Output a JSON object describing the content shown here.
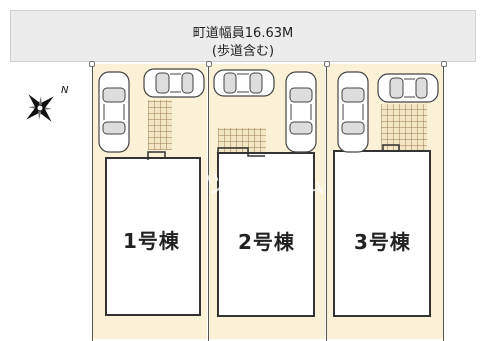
{
  "road": {
    "title": "町道幅員16.63M",
    "subtitle": "(歩道含む)"
  },
  "lots": [
    {
      "label": "1号棟"
    },
    {
      "label": "2号棟"
    },
    {
      "label": "3号棟"
    }
  ],
  "compass": {
    "north_label": "N"
  },
  "watermark": "コワツホーム",
  "colors": {
    "road": "#ececec",
    "lot": "#fbf1d6",
    "hatch": "#f3e6c4",
    "outline": "#333333"
  },
  "icons": [
    "compass-rose-icon",
    "car-icon"
  ]
}
